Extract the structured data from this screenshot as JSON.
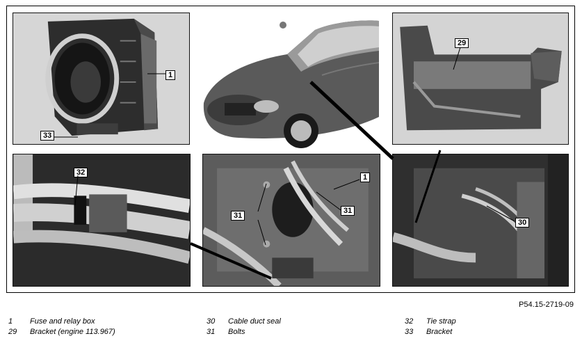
{
  "figure_reference": "P54.15-2719-09",
  "callouts": {
    "c1": "1",
    "c33": "33",
    "c29": "29",
    "c32": "32",
    "c1b": "1",
    "c31a": "31",
    "c31b": "31",
    "c30": "30"
  },
  "legend": [
    {
      "num": "1",
      "text": "Fuse and relay box"
    },
    {
      "num": "29",
      "text": "Bracket (engine 113.967)"
    },
    {
      "num": "30",
      "text": "Cable duct seal"
    },
    {
      "num": "31",
      "text": "Bolts"
    },
    {
      "num": "32",
      "text": "Tie strap"
    },
    {
      "num": "33",
      "text": "Bracket"
    }
  ]
}
